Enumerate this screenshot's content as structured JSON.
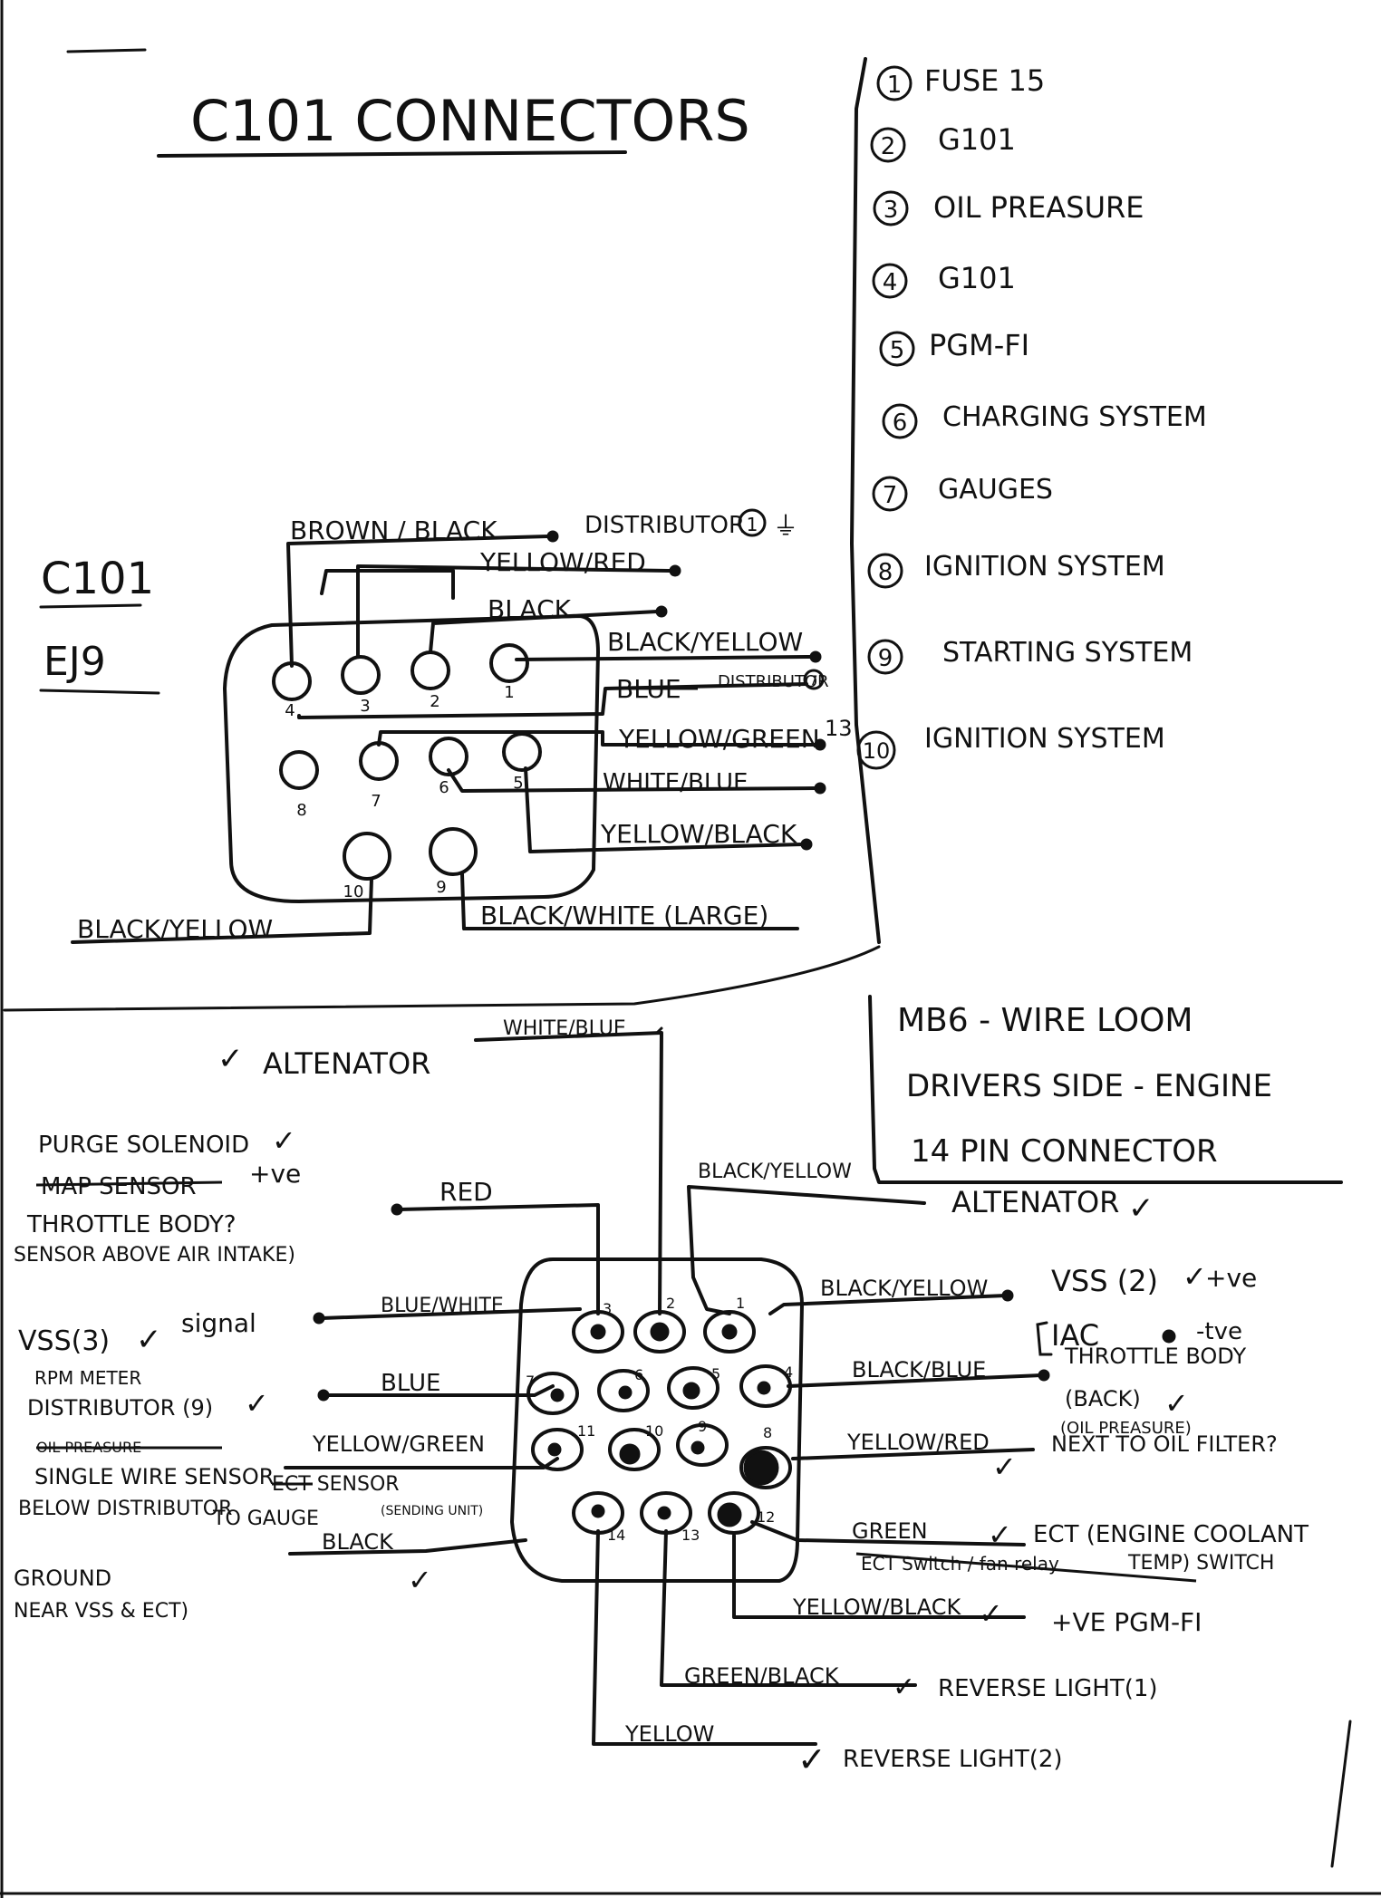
{
  "title": "C101 CONNECTORS",
  "legend": [
    {
      "num": "1",
      "label": "FUSE 15"
    },
    {
      "num": "2",
      "label": "G101"
    },
    {
      "num": "3",
      "label": "OIL PREASURE"
    },
    {
      "num": "4",
      "label": "G101"
    },
    {
      "num": "5",
      "label": "PGM-FI"
    },
    {
      "num": "6",
      "label": "CHARGING SYSTEM"
    },
    {
      "num": "7",
      "label": "GAUGES"
    },
    {
      "num": "8",
      "label": "IGNITION SYSTEM"
    },
    {
      "num": "9",
      "label": "STARTING SYSTEM"
    },
    {
      "num": "10",
      "label": "IGNITION SYSTEM"
    }
  ],
  "c101": {
    "side_label_1": "C101",
    "side_label_2": "EJ9",
    "pins_top": [
      "4",
      "3",
      "2",
      "1"
    ],
    "pins_mid": [
      "8",
      "7",
      "6",
      "5"
    ],
    "pins_bot": [
      "10",
      "9"
    ],
    "wires": {
      "brown_black": "BROWN / BLACK",
      "distributor": "DISTRIBUTOR",
      "distributor_ref": "1",
      "yellow_red": "YELLOW/RED",
      "black": "BLACK",
      "black_yellow": "BLACK/YELLOW",
      "blue": "BLUE",
      "blue_dest": "DISTRIBUTOR",
      "blue_ref": "7",
      "yellow_green": "YELLOW/GREEN",
      "ref_13": "13",
      "white_blue": "WHITE/BLUE",
      "yellow_black": "YELLOW/BLACK",
      "black_yellow_low": "BLACK/YELLOW",
      "black_white": "BLACK/WHITE (LARGE)"
    }
  },
  "mb6": {
    "title_1": "MB6 - WIRE LOOM",
    "title_2": "DRIVERS SIDE - ENGINE",
    "title_3": "14 PIN CONNECTOR",
    "pins": [
      "1",
      "2",
      "3",
      "4",
      "5",
      "6",
      "7",
      "8",
      "9",
      "10",
      "11",
      "12",
      "13",
      "14"
    ],
    "wires": {
      "white_blue": "WHITE/BLUE",
      "alternator_left": "ALTENATOR",
      "black_yellow_top": "BLACK/YELLOW",
      "alternator_right": "ALTENATOR",
      "red": "RED",
      "purge": "PURGE SOLENOID",
      "map": "MAP SENSOR",
      "plus_ve": "+ve",
      "throttle": "THROTTLE BODY?",
      "sensor_above": "SENSOR ABOVE AIR INTAKE)",
      "blue_white": "BLUE/WHITE",
      "vss3": "VSS(3)",
      "signal": "signal",
      "blue": "BLUE",
      "rpm": "RPM METER",
      "distributor9": "DISTRIBUTOR (9)",
      "yellow_green": "YELLOW/GREEN",
      "oil_pressure_strike": "OIL PREASURE",
      "single_wire": "SINGLE WIRE SENSOR",
      "below_distributor": "BELOW DISTRIBUTOR",
      "ect_sensor": "ECT SENSOR",
      "to_gauge": "TO GAUGE",
      "sending_unit": "(SENDING UNIT)",
      "black_ground": "BLACK",
      "ground": "GROUND",
      "near_vss": "NEAR VSS & ECT)",
      "black_yellow_r": "BLACK/YELLOW",
      "vss2": "VSS (2)",
      "vss2_ve": "+ve",
      "black_blue": "BLACK/BLUE",
      "iac": "IAC",
      "iac_ve": "-tve",
      "throttle_body": "THROTTLE BODY",
      "back": "(BACK)",
      "yellow_red": "YELLOW/RED",
      "oil_preasure": "(OIL PREASURE)",
      "next_to_oil": "NEXT TO OIL FILTER?",
      "green": "GREEN",
      "ect": "ECT (ENGINE COOLANT",
      "ect_switch": "ECT Switch / fan relay",
      "temp": "TEMP) SWITCH",
      "yellow_black": "YELLOW/BLACK",
      "pgmfi": "+VE PGM-FI",
      "green_black": "GREEN/BLACK",
      "reverse1": "REVERSE LIGHT(1)",
      "yellow": "YELLOW",
      "reverse2": "REVERSE LIGHT(2)"
    }
  }
}
